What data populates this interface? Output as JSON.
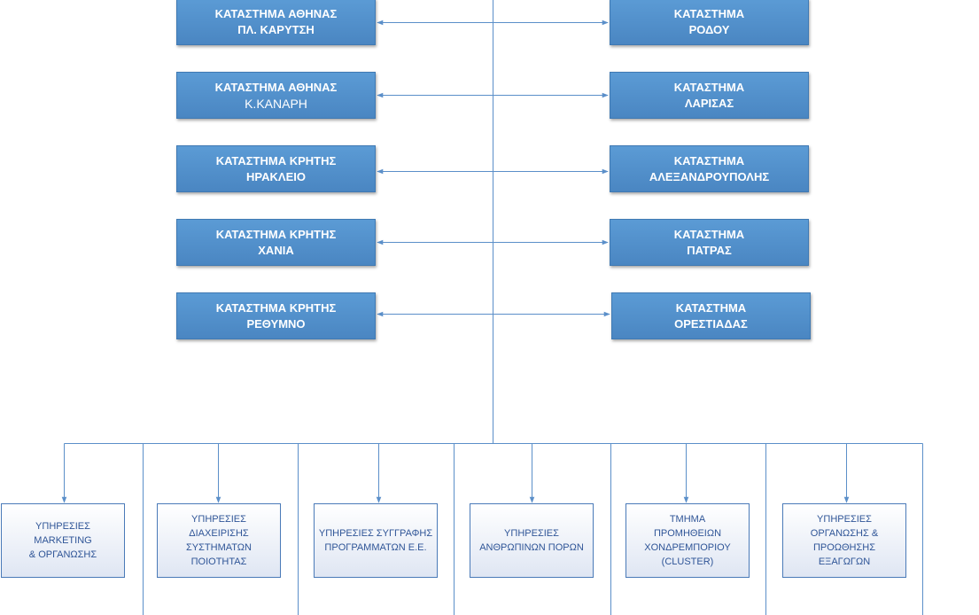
{
  "left_stores": [
    {
      "line1": "ΚΑΤΑΣΤΗΜΑ ΑΘΗΝΑΣ",
      "line2": "ΠΛ. ΚΑΡΥΤΣΗ"
    },
    {
      "line1": "ΚΑΤΑΣΤΗΜΑ ΑΘΗΝΑΣ",
      "line2": "Κ.ΚΑΝΑΡΗ"
    },
    {
      "line1": "ΚΑΤΑΣΤΗΜΑ ΚΡΗΤΗΣ",
      "line2": "ΗΡΑΚΛΕΙΟ"
    },
    {
      "line1": "ΚΑΤΑΣΤΗΜΑ ΚΡΗΤΗΣ",
      "line2": "ΧΑΝΙΑ"
    },
    {
      "line1": "ΚΑΤΑΣΤΗΜΑ ΚΡΗΤΗΣ",
      "line2": "ΡΕΘΥΜΝΟ"
    }
  ],
  "right_stores": [
    {
      "line1": "ΚΑΤΑΣΤΗΜΑ",
      "line2": "ΡΟΔΟΥ"
    },
    {
      "line1": "ΚΑΤΑΣΤΗΜΑ",
      "line2": "ΛΑΡΙΣΑΣ"
    },
    {
      "line1": "ΚΑΤΑΣΤΗΜΑ",
      "line2": "ΑΛΕΞΑΝΔΡΟΥΠΟΛΗΣ"
    },
    {
      "line1": "ΚΑΤΑΣΤΗΜΑ",
      "line2": "ΠΑΤΡΑΣ"
    },
    {
      "line1": "ΚΑΤΑΣΤΗΜΑ",
      "line2": "ΟΡΕΣΤΙΑΔΑΣ"
    }
  ],
  "services": [
    {
      "lines": [
        "ΥΠΗΡΕΣΙΕΣ",
        "MARKETING",
        "& ΟΡΓΑΝΩΣΗΣ"
      ]
    },
    {
      "lines": [
        "ΥΠΗΡΕΣΙΕΣ",
        "ΔΙΑΧΕΙΡΙΣΗΣ",
        "ΣΥΣΤΗΜΑΤΩΝ",
        "ΠΟΙΟΤΗΤΑΣ"
      ]
    },
    {
      "lines": [
        "ΥΠΗΡΕΣΙΕΣ ΣΥΓΓΡΑΦΗΣ",
        "ΠΡΟΓΡΑΜΜΑΤΩΝ Ε.Ε."
      ]
    },
    {
      "lines": [
        "ΥΠΗΡΕΣΙΕΣ",
        "ΑΝΘΡΩΠΙΝΩΝ ΠΟΡΩΝ"
      ]
    },
    {
      "lines": [
        "ΤΜΗΜΑ",
        "ΠΡΟΜΗΘΕΙΩΝ",
        "ΧΟΝΔΡΕΜΠΟΡΙΟΥ",
        "(CLUSTER)"
      ]
    },
    {
      "lines": [
        "ΥΠΗΡΕΣΙΕΣ",
        "ΟΡΓΑΝΩΣΗΣ &",
        "ΠΡΟΩΘΗΣΗΣ",
        "ΕΞΑΓΩΓΩΝ"
      ]
    }
  ],
  "colors": {
    "connector": "#5b8fc9",
    "store_fill": "#5b9bd5",
    "service_text": "#2f5597"
  }
}
